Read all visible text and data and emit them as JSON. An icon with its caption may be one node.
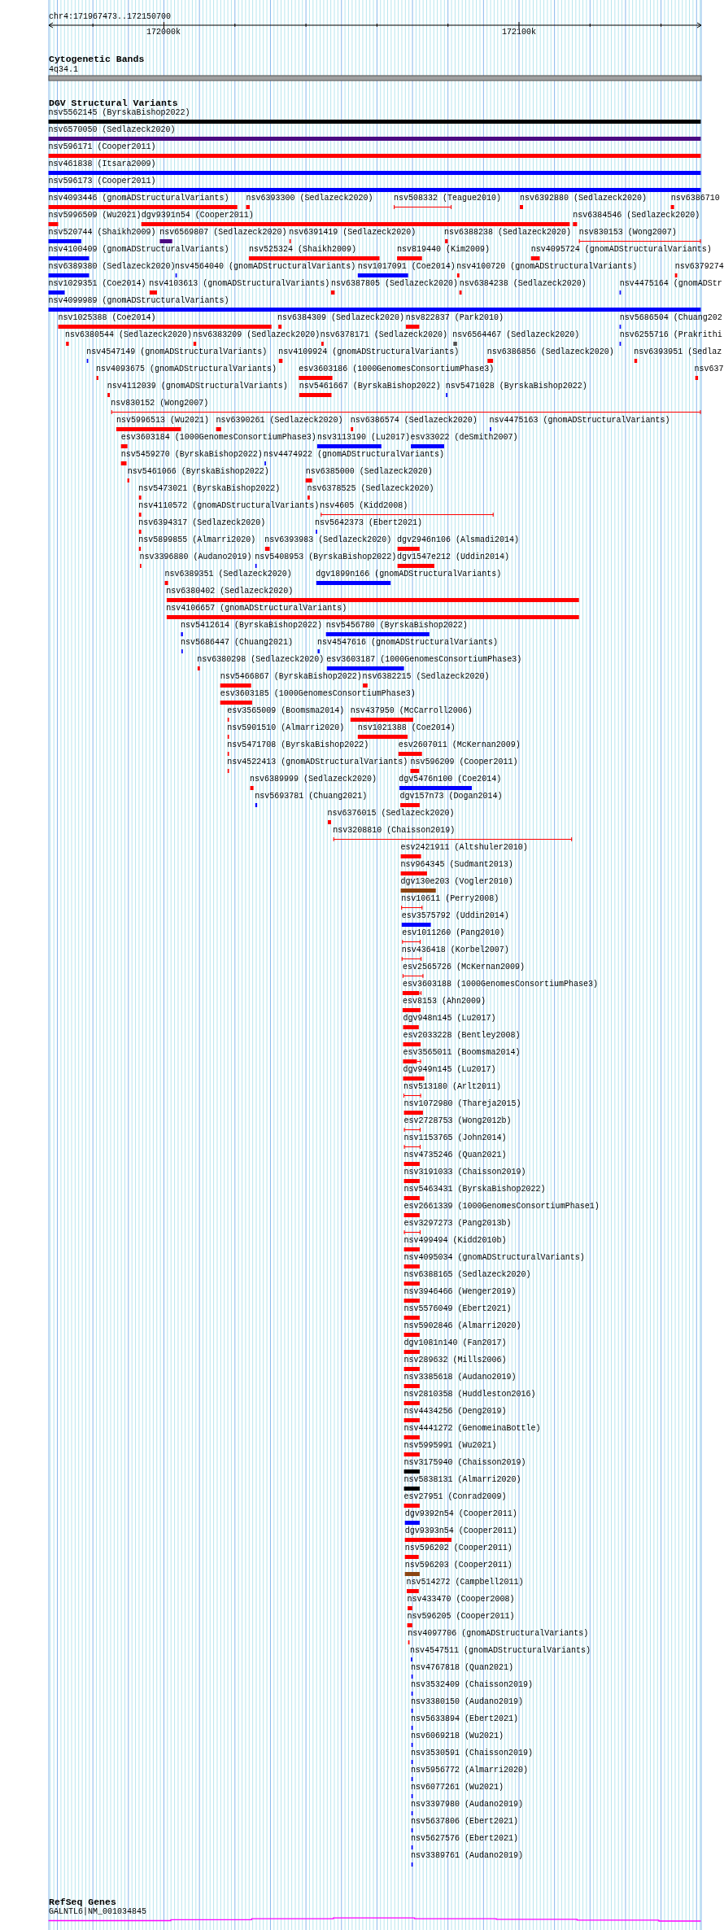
{
  "diagram": {
    "labels": [
      "chr4:171967473..172150700",
      "172000k",
      "172100k",
      "Cytogenetic Bands",
      "4q34.1",
      "DGV Structural Variants",
      "nsv5562145 (ByrskaBishop2022)",
      "nsv6570050 (Sedlazeck2020)",
      "nsv596171 (Cooper2011)",
      "nsv461838 (Itsara2009)",
      "nsv596173 (Cooper2011)",
      "nsv4093446 (gnomADStructuralVariants)",
      "nsv6393300 (Sedlazeck2020)",
      "nsv508332 (Teague2010)",
      "nsv6392880 (Sedlazeck2020)",
      "nsv6386710",
      "nsv5996509 (Wu2021)",
      "dgv9391n54 (Cooper2011)",
      "nsv6384546 (Sedlazeck2020)",
      "nsv520744 (Shaikh2009)",
      "nsv6569807 (Sedlazeck2020)",
      "nsv6391419 (Sedlazeck2020)",
      "nsv6388238 (Sedlazeck2020)",
      "nsv830153 (Wong2007)",
      "nsv4100409 (gnomADStructuralVariants)",
      "nsv525324 (Shaikh2009)",
      "nsv819440 (Kim2009)",
      "nsv4095724 (gnomADStructuralVariants)",
      "nsv6389380 (Sedlazeck2020)",
      "nsv4564040 (gnomADStructuralVariants)",
      "nsv1017091 (Coe2014)",
      "nsv4100720 (gnomADStructuralVariants)",
      "nsv6379274",
      "nsv1029351 (Coe2014)",
      "nsv4103613 (gnomADStructuralVariants)",
      "nsv6387805 (Sedlazeck2020)",
      "nsv6384238 (Sedlazeck2020)",
      "nsv4475164 (gnomADStr",
      "nsv4099989 (gnomADStructuralVariants)",
      "nsv1025388 (Coe2014)",
      "nsv6384309 (Sedlazeck2020)",
      "nsv822837 (Park2010)",
      "nsv5686504 (Chuang202",
      "nsv6380544 (Sedlazeck2020)",
      "nsv6383209 (Sedlazeck2020)",
      "nsv6378171 (Sedlazeck2020)",
      "nsv6564467 (Sedlazeck2020)",
      "nsv6255716 (Prakrithi",
      "nsv4547149 (gnomADStructuralVariants)",
      "nsv4109924 (gnomADStructuralVariants)",
      "nsv6386856 (Sedlazeck2020)",
      "nsv6393951 (Sedlaz",
      "nsv4093675 (gnomADStructuralVariants)",
      "esv3603186 (1000GenomesConsortiumPhase3)",
      "nsv637",
      "nsv4112039 (gnomADStructuralVariants)",
      "nsv5461667 (ByrskaBishop2022)",
      "nsv5471028 (ByrskaBishop2022)",
      "nsv830152 (Wong2007)",
      "nsv5996513 (Wu2021)",
      "nsv6390261 (Sedlazeck2020)",
      "nsv6386574 (Sedlazeck2020)",
      "nsv4475163 (gnomADStructuralVariants)",
      "esv3603184 (1000GenomesConsortiumPhase3)",
      "nsv3113190 (Lu2017)",
      "esv33022 (deSmith2007)",
      "nsv5459270 (ByrskaBishop2022)",
      "nsv4474922 (gnomADStructuralVariants)",
      "nsv5461066 (ByrskaBishop2022)",
      "nsv6385000 (Sedlazeck2020)",
      "nsv5473021 (ByrskaBishop2022)",
      "nsv6378525 (Sedlazeck2020)",
      "nsv4110572 (gnomADStructuralVariants)",
      "nsv4605 (Kidd2008)",
      "nsv6394317 (Sedlazeck2020)",
      "nsv5642373 (Ebert2021)",
      "nsv5899855 (Almarri2020)",
      "nsv6393983 (Sedlazeck2020)",
      "dgv2946n106 (Alsmadi2014)",
      "nsv3396880 (Audano2019)",
      "nsv5408953 (ByrskaBishop2022)",
      "dgv1547e212 (Uddin2014)",
      "nsv6389351 (Sedlazeck2020)",
      "dgv1899n166 (gnomADStructuralVariants)",
      "nsv6380402 (Sedlazeck2020)",
      "nsv4106657 (gnomADStructuralVariants)",
      "nsv5412614 (ByrskaBishop2022)",
      "nsv5456780 (ByrskaBishop2022)",
      "nsv5686447 (Chuang2021)",
      "nsv4547616 (gnomADStructuralVariants)",
      "nsv6380298 (Sedlazeck2020)",
      "esv3603187 (1000GenomesConsortiumPhase3)",
      "nsv5466867 (ByrskaBishop2022)",
      "nsv6382215 (Sedlazeck2020)",
      "esv3603185 (1000GenomesConsortiumPhase3)",
      "esv3565009 (Boomsma2014)",
      "nsv437950 (McCarroll2006)",
      "nsv5901510 (Almarri2020)",
      "nsv1021388 (Coe2014)",
      "nsv5471708 (ByrskaBishop2022)",
      "esv2607011 (McKernan2009)",
      "nsv4522413 (gnomADStructuralVariants)",
      "nsv596209 (Cooper2011)",
      "nsv6389999 (Sedlazeck2020)",
      "dgv5476n100 (Coe2014)",
      "nsv5693781 (Chuang2021)",
      "dgv157n73 (Dogan2014)",
      "nsv6376015 (Sedlazeck2020)",
      "nsv3208810 (Chaisson2019)",
      "esv2421911 (Altshuler2010)",
      "nsv964345 (Sudmant2013)",
      "dgv130e203 (Vogler2010)",
      "nsv10611 (Perry2008)",
      "esv3575792 (Uddin2014)",
      "esv1011260 (Pang2010)",
      "nsv436418 (Korbel2007)",
      "esv2565726 (McKernan2009)",
      "esv3603188 (1000GenomesConsortiumPhase3)",
      "esv8153 (Ahn2009)",
      "dgv948n145 (Lu2017)",
      "esv2033228 (Bentley2008)",
      "esv3565011 (Boomsma2014)",
      "dgv949n145 (Lu2017)",
      "nsv513180 (Arlt2011)",
      "nsv1072980 (Thareja2015)",
      "esv2728753 (Wong2012b)",
      "nsv1153765 (John2014)",
      "nsv4735246 (Quan2021)",
      "nsv3191033 (Chaisson2019)",
      "nsv5463431 (ByrskaBishop2022)",
      "esv2661339 (1000GenomesConsortiumPhase1)",
      "esv3297273 (Pang2013b)",
      "nsv499494 (Kidd2010b)",
      "nsv4095034 (gnomADStructuralVariants)",
      "nsv6388165 (Sedlazeck2020)",
      "nsv3946466 (Wenger2019)",
      "nsv5576049 (Ebert2021)",
      "nsv5902846 (Almarri2020)",
      "dgv1081n140 (Fan2017)",
      "nsv289632 (Mills2006)",
      "nsv3385618 (Audano2019)",
      "nsv2810358 (Huddleston2016)",
      "nsv4434256 (Deng2019)",
      "nsv4441272 (GenomeinaBottle)",
      "nsv5995991 (Wu2021)",
      "nsv3175940 (Chaisson2019)",
      "nsv5838131 (Almarri2020)",
      "esv27951 (Conrad2009)",
      "dgv9392n54 (Cooper2011)",
      "dgv9393n54 (Cooper2011)",
      "nsv596202 (Cooper2011)",
      "nsv596203 (Cooper2011)",
      "nsv514272 (Campbell2011)",
      "nsv433470 (Cooper2008)",
      "nsv596205 (Cooper2011)",
      "nsv4097706 (gnomADStructuralVariants)",
      "nsv4547511 (gnomADStructuralVariants)",
      "nsv4767818 (Quan2021)",
      "nsv3532409 (Chaisson2019)",
      "nsv3380150 (Audano2019)",
      "nsv5633894 (Ebert2021)",
      "nsv6069218 (Wu2021)",
      "nsv3530591 (Chaisson2019)",
      "nsv5956772 (Almarri2020)",
      "nsv6077261 (Wu2021)",
      "nsv3397980 (Audano2019)",
      "nsv5637806 (Ebert2021)",
      "nsv5627576 (Ebert2021)",
      "nsv3389761 (Audano2019)",
      "RefSeq Genes",
      "GALNTL6|NM_001034845"
    ]
  }
}
